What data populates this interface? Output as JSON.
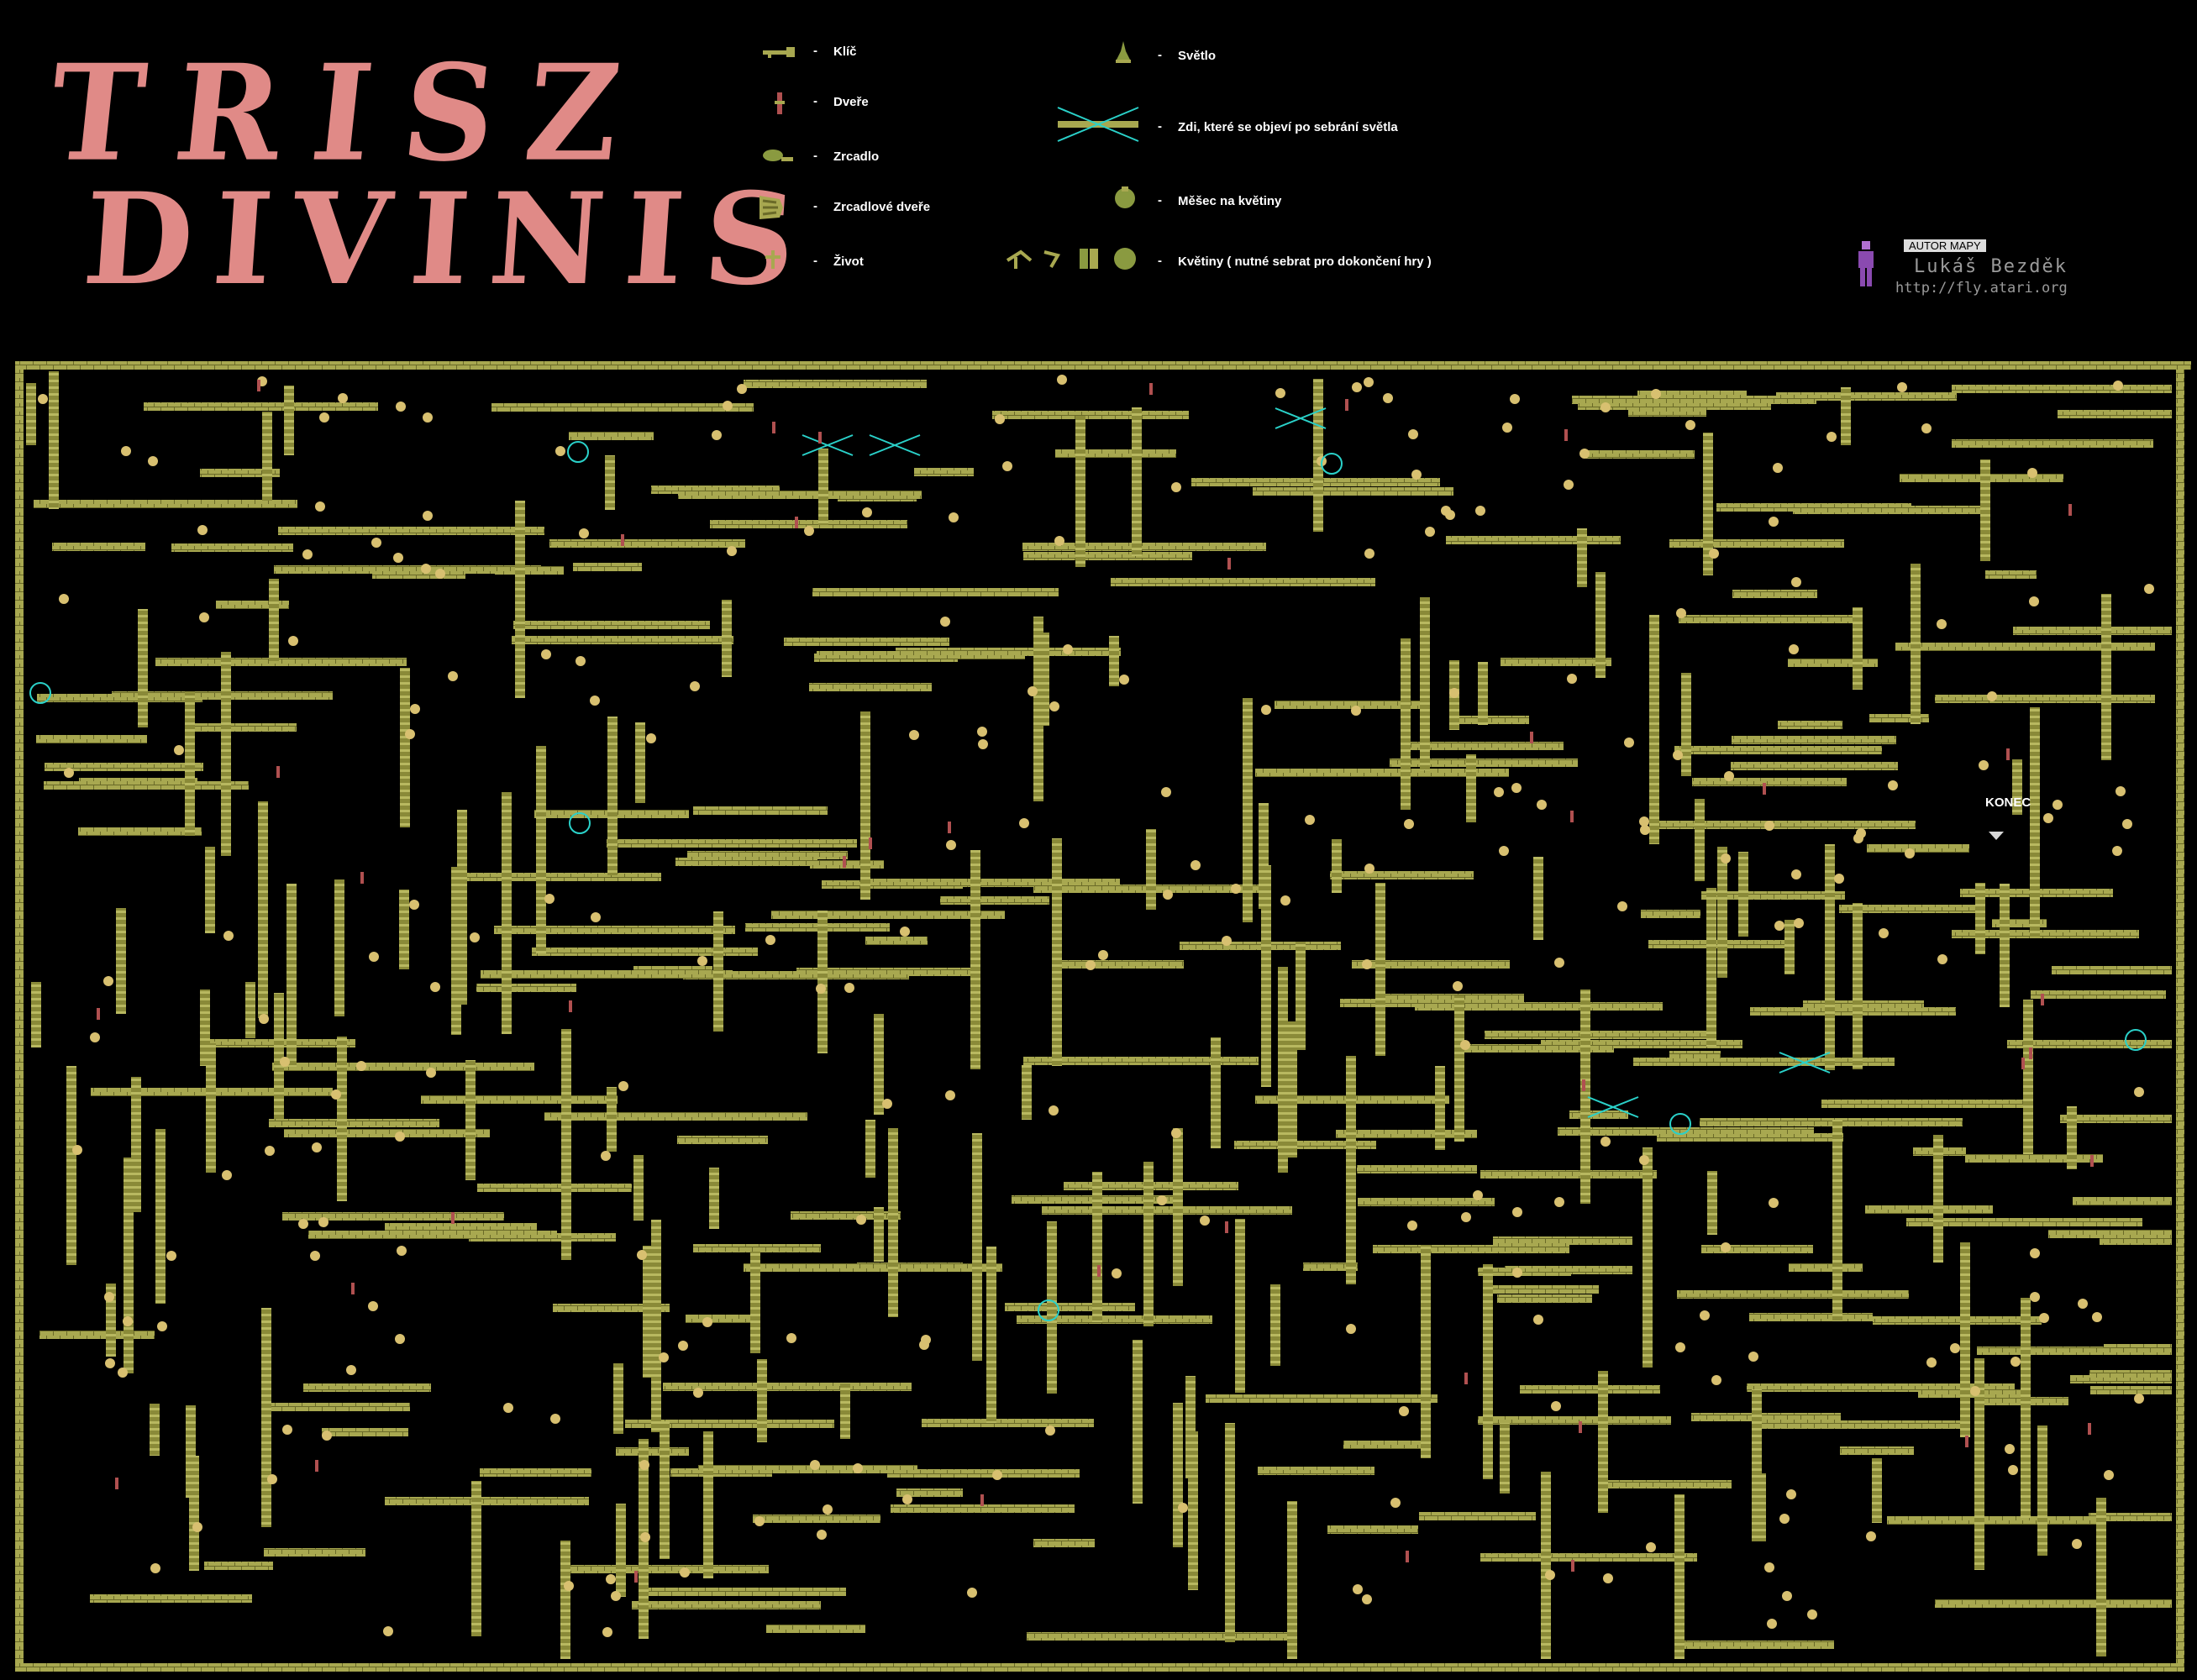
{
  "title": {
    "line1": "TRISZ",
    "line2": "DIVINIS"
  },
  "legend": [
    {
      "icon": "key-icon",
      "label": "Klíč"
    },
    {
      "icon": "door-icon",
      "label": "Dveře"
    },
    {
      "icon": "mirror-icon",
      "label": "Zrcadlo"
    },
    {
      "icon": "mirror-door-icon",
      "label": "Zrcadlové dveře"
    },
    {
      "icon": "life-icon",
      "label": "Život"
    },
    {
      "icon": "light-icon",
      "label": "Světlo"
    },
    {
      "icon": "crossed-wall-icon",
      "label": "Zdi, které se objeví po sebrání světla"
    },
    {
      "icon": "flower-bag-icon",
      "label": "Měšec na květiny"
    },
    {
      "icon": "flowers-icon",
      "label": "Květiny ( nutné sebrat pro dokončení hry )"
    }
  ],
  "legend_dash": "-",
  "credit": {
    "tag": "AUTOR MAPY",
    "name": "Lukáš Bezděk",
    "url": "http://fly.atari.org"
  },
  "map": {
    "end_label": "KONEC"
  },
  "colors": {
    "background": "#000000",
    "wall": "#a8a850",
    "wall_dark": "#6a6a28",
    "title": "#e08a87",
    "light_ring": "#2ad1c9",
    "skull": "#d8c070",
    "door": "#b05050"
  }
}
